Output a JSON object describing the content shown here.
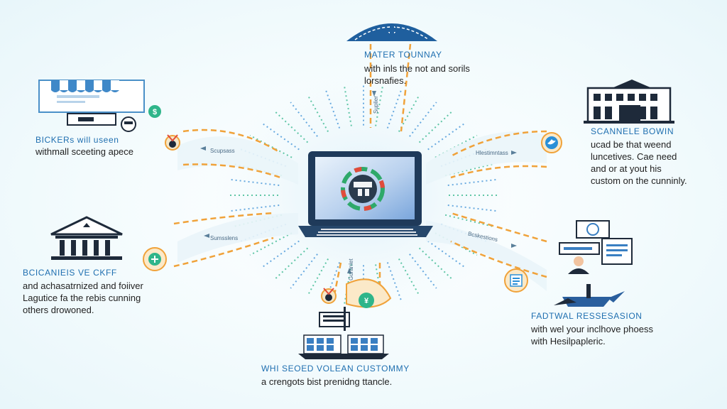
{
  "colors": {
    "accent_blue": "#1f5f9e",
    "title_blue": "#1f6fb0",
    "connector_orange": "#f0a23a",
    "ray_green": "#2fb58a",
    "ray_blue": "#3a8fd6",
    "dark_icon": "#1e2a3a"
  },
  "center": {
    "icon": "laptop-icon",
    "screen_icon": "helmet-logo-icon"
  },
  "nodes": {
    "top": {
      "icon": "stadium-icon",
      "title": "MATER TOUNNAY",
      "lines": [
        "with inls the not and sorils",
        "lorsnafies."
      ]
    },
    "top_left": {
      "icon": "storefront-icon",
      "badge": "dollar-badge-icon",
      "title": "BICKERs will useen",
      "lines": [
        "withmall sceeting apece"
      ]
    },
    "top_right": {
      "icon": "building-icon",
      "badge": "bird-badge-icon",
      "title": "SCANNELE BOWIN",
      "lines": [
        "ucad be that weend",
        "luncetives.  Cae need",
        "and or at yout his",
        "custom on the cunninly."
      ]
    },
    "mid_left": {
      "icon": "bank-icon",
      "badge": "plus-badge-icon",
      "title": "BCICANIEIS VE CKFF",
      "lines": [
        "and achasatrnized and foiiver",
        "Lagutice fa the rebis cunning",
        "others drowoned."
      ]
    },
    "mid_right": {
      "icon": "document-person-icon",
      "badge": "list-badge-icon",
      "title": "FADTWAL RESSESASION",
      "lines": [
        "with wel your inclhove phoess",
        "with Hesilpapleric."
      ]
    },
    "bottom": {
      "icon": "container-ship-icon",
      "badges": [
        "medal-badge-icon",
        "yen-badge-icon"
      ],
      "title": "WHI SEOED VOLEAN CUSTOMmy",
      "lines": [
        "a crengots bist prenidng ttancle."
      ]
    }
  },
  "connector_labels": {
    "left_top": "Scupsass",
    "left_mid": "Sumsslens",
    "right_top": "Hlestimntass",
    "right_mid": "Bcskestions",
    "top_mid": "Suplier",
    "bottom_mid": "Guranlet"
  }
}
